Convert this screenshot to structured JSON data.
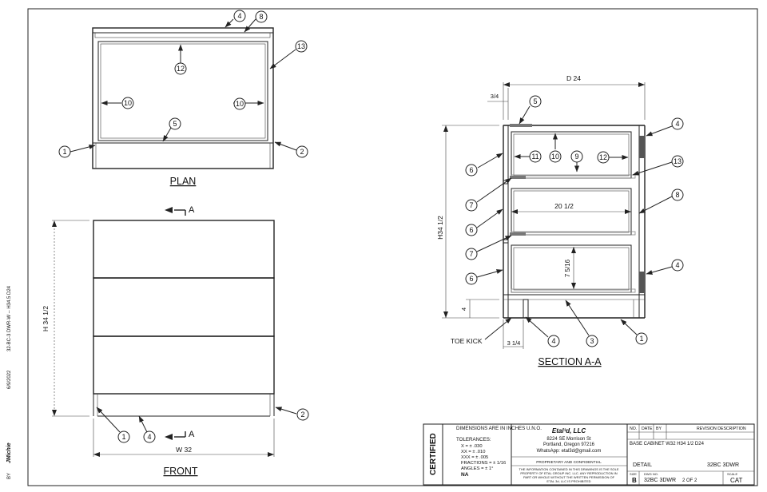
{
  "views": {
    "plan_title": "PLAN",
    "front_title": "FRONT",
    "section_title": "SECTION A-A",
    "section_marker": "A"
  },
  "dimensions": {
    "front_height": "H 34 1/2",
    "front_width": "W 32",
    "section_depth": "D 24",
    "section_height": "H34 1/2",
    "top_overhang": "3/4",
    "interior_width": "20 1/2",
    "drawer_height": "7 5/16",
    "toe_kick_height": "4",
    "toe_kick_depth": "3 1/4",
    "toe_kick_label": "TOE KICK"
  },
  "side_note": {
    "by_label": "BY",
    "drafter": "JMichie",
    "date": "6/9/2022",
    "file": "32-BC-3 DWR-W -- H34.5 D24"
  },
  "title_block": {
    "certified": "CERTIFIED",
    "dims_header": "DIMENSIONS ARE IN INCHES U.N.O.",
    "tolerances_label": "TOLERANCES:",
    "tol_x": "X = ± .030",
    "tol_xx": "XX = ± .010",
    "tol_xxx": "XXX = ± .005",
    "tol_fractions": "FRACTIONS = ± 1/16",
    "tol_angles": "ANGLES = ± 1°",
    "tol_na": "NA",
    "company": "Etal³d, LLC",
    "address1": "8224 SE Morrison St",
    "address2": "Portland, Oregon 97216",
    "whatsapp": "WhatsApp: etal3d@gmail.com",
    "proprietary": "PROPRIETARY AND CONFIDENTIAL",
    "disclaimer1": "THE INFORMATION CONTAINED IN THIS DRAWINGS IS THE SOLE",
    "disclaimer2": "PROPERTY OF ETAL GROUP INC. LLC. ANY REPRODUCTION IN",
    "disclaimer3": "PART OR WHOLE WITHOUT THE WRITTEN PERMISSION OF",
    "disclaimer4": "ETAL 3d, LLC IS PROHIBITED",
    "rev_no": "NO.",
    "rev_date": "DATE",
    "rev_by": "BY",
    "rev_desc": "REVISION DESCRIPTION",
    "description": "BASE CABINET  W32 H34 1/2 D24",
    "detail": "DETAIL",
    "part_code": "32BC 3DWR",
    "size_label": "SIZE",
    "size_value": "B",
    "dwg_label": "DWG NO.",
    "dwg_value": "32BC 3DWR",
    "sheet": "2 OF 2",
    "scale_label": "SCALE",
    "scale_value": "CAT"
  }
}
